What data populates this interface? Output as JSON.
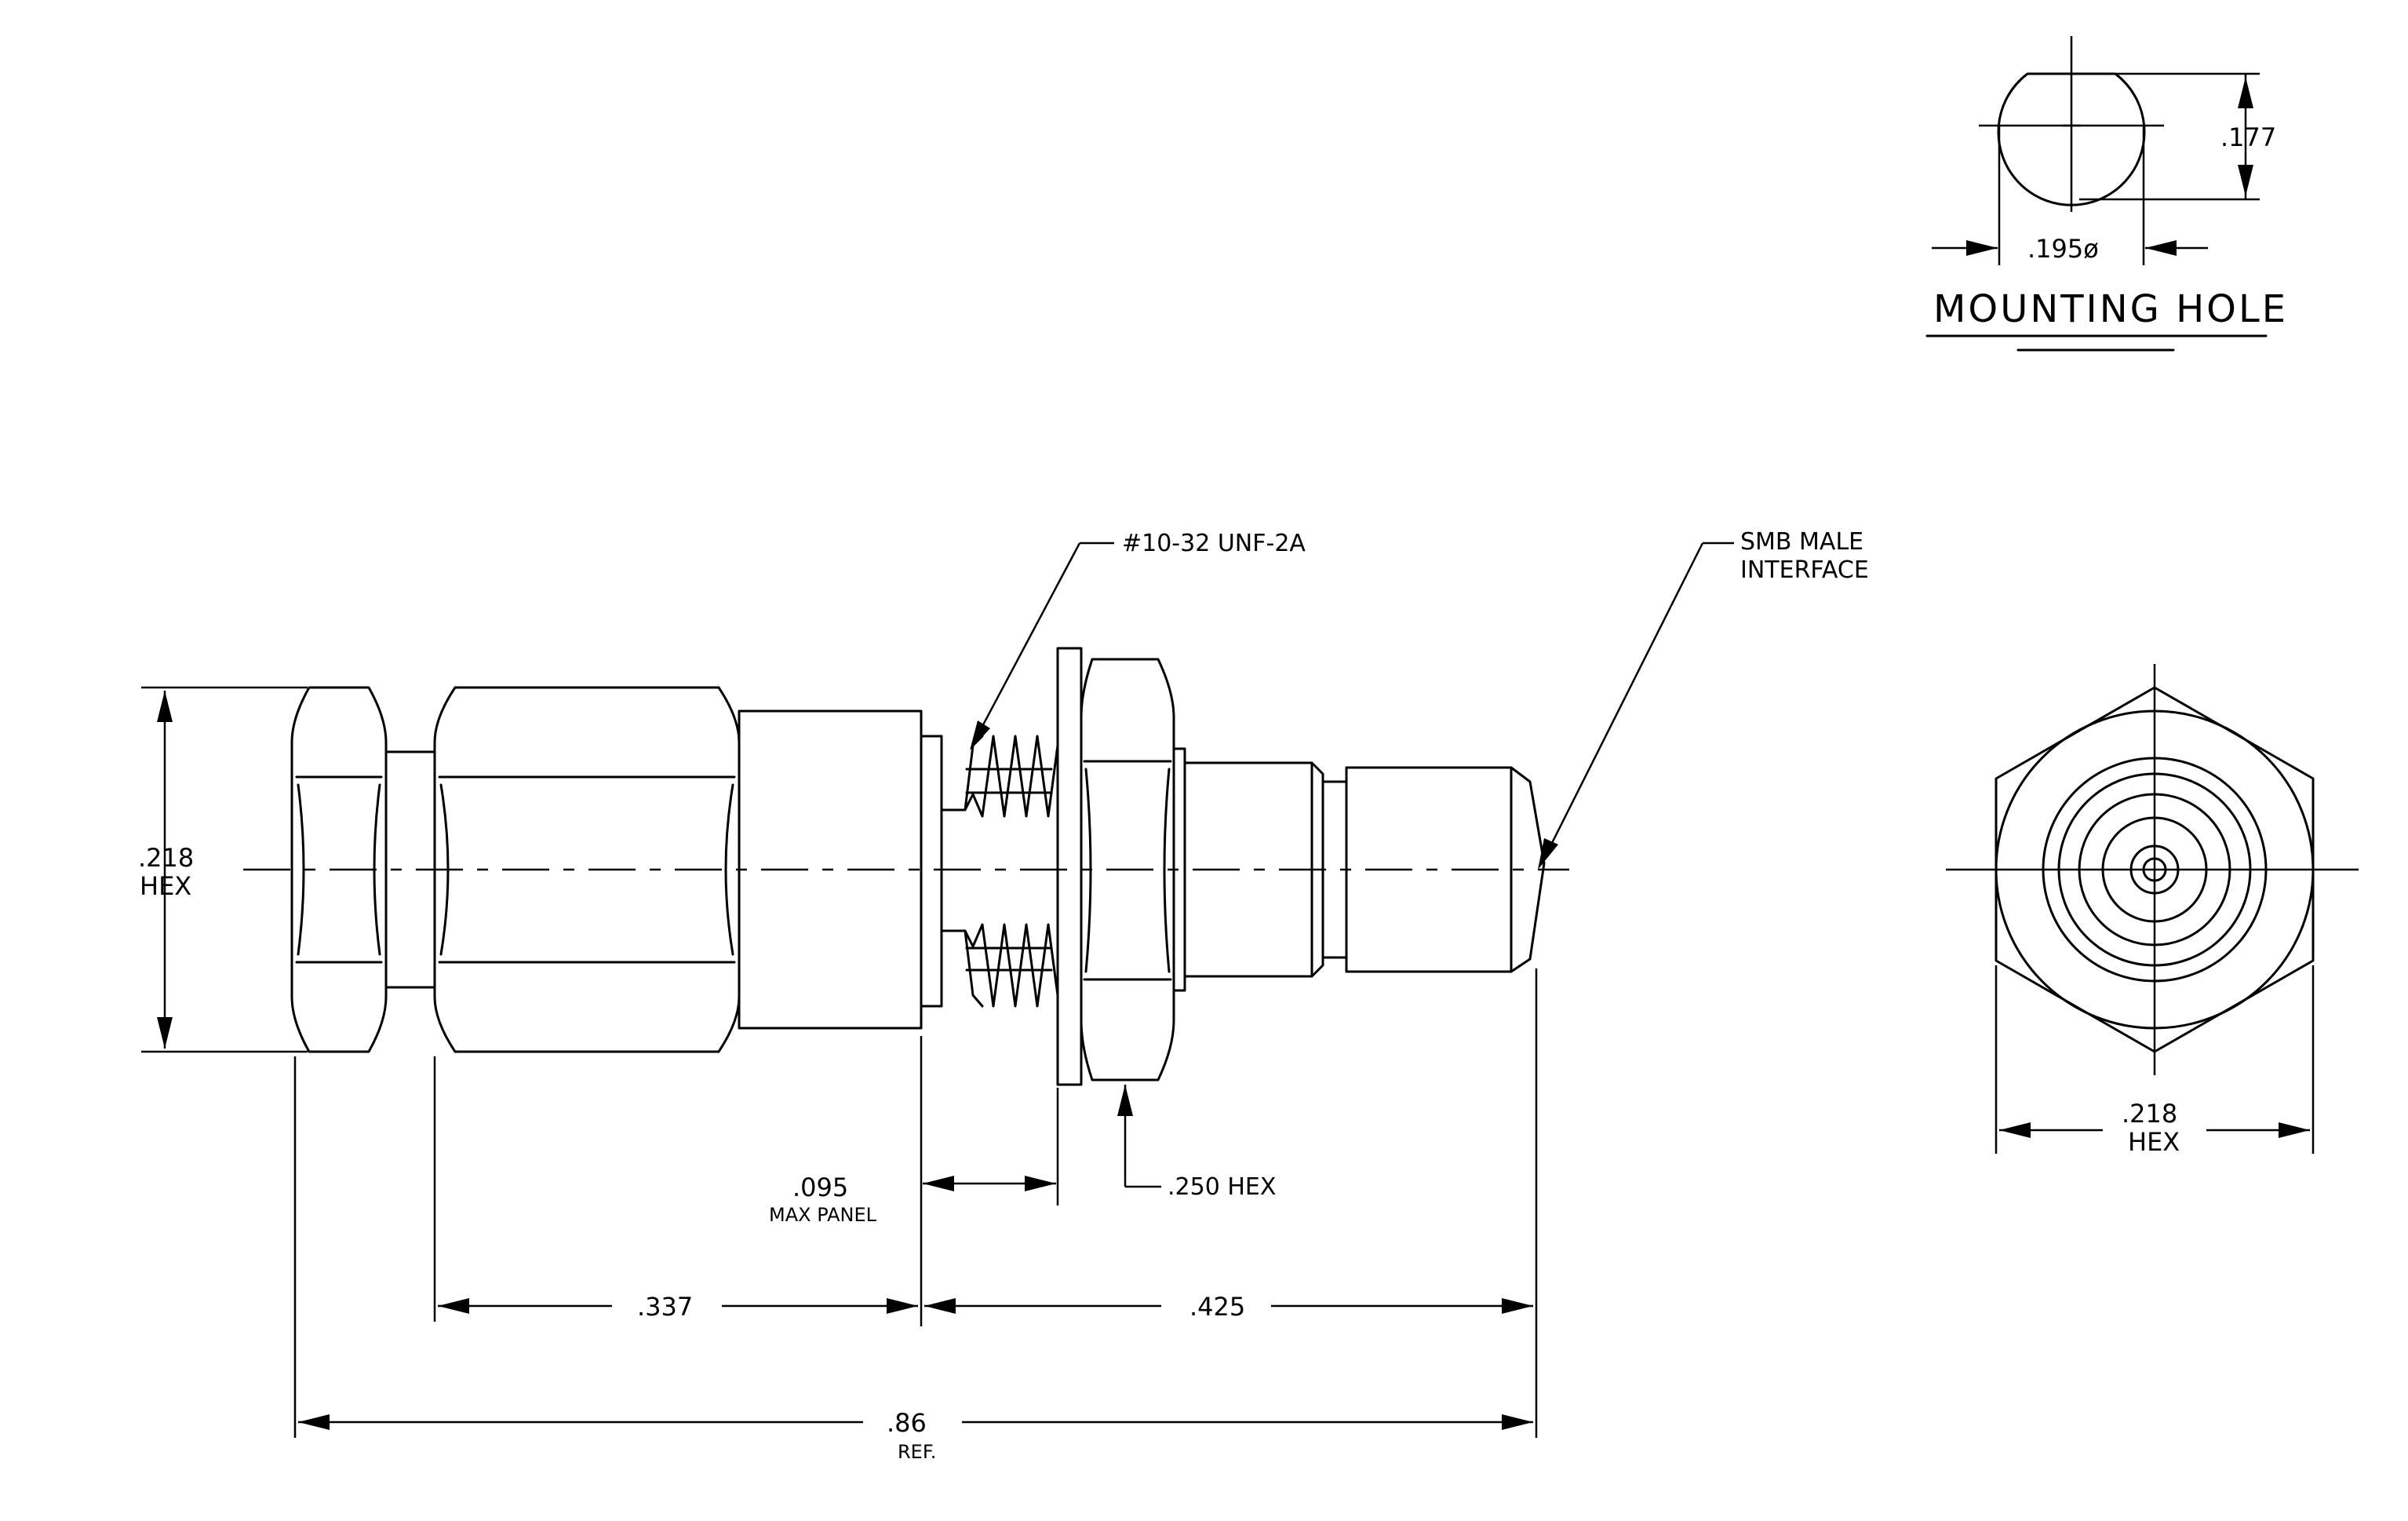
{
  "labels": {
    "mounting_hole_height": ".177",
    "mounting_hole_diameter": ".195ø",
    "mounting_hole_title": "MOUNTING HOLE",
    "thread_spec": "#10-32 UNF-2A",
    "interface_line1": "SMB MALE",
    "interface_line2": "INTERFACE",
    "left_hex_value": ".218",
    "left_hex_unit": "HEX",
    "panel_value": ".095",
    "panel_note": "MAX PANEL",
    "nut_hex": ".250 HEX",
    "dim_body": ".337",
    "dim_front": ".425",
    "overall_value": ".86",
    "overall_note": "REF.",
    "end_hex_value": ".218",
    "end_hex_unit": "HEX"
  }
}
